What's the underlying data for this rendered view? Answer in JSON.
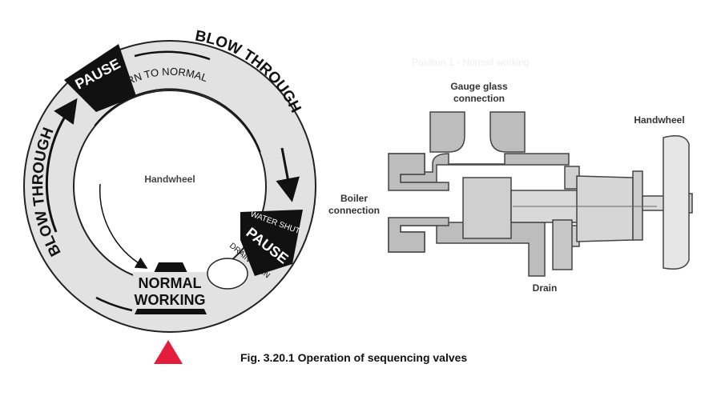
{
  "dial": {
    "center_label": "Handwheel",
    "blow_through_left": "BLOW THROUGH",
    "blow_through_right": "BLOW THROUGH",
    "pause_top": "PAUSE",
    "return_to_normal": "RETURN TO NORMAL",
    "water_shut": "WATER SHUT",
    "pause_right": "PAUSE",
    "drain_open": "DRAIN OPEN",
    "normal": "NORMAL",
    "working": "WORKING"
  },
  "section": {
    "position_title": "Position 1 - Normal working",
    "gauge_glass_line1": "Gauge glass",
    "gauge_glass_line2": "connection",
    "boiler_line1": "Boiler",
    "boiler_line2": "connection",
    "handwheel": "Handwheel",
    "drain": "Drain"
  },
  "caption": "Fig. 3.20.1 Operation of sequencing valves",
  "colors": {
    "marker": "#e41d3d",
    "metal": "#bdbdbd",
    "ring": "#e4e4e4",
    "ink": "#111111"
  }
}
